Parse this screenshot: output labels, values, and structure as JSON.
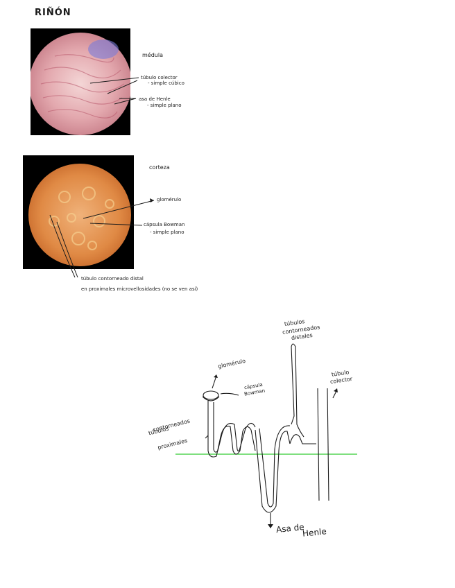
{
  "title": "RIÑÓN",
  "image1": {
    "label_region": "médula",
    "label_a1": "túbulo colector",
    "label_a2": "- simple cúbico",
    "label_b1": "asa de Henle",
    "label_b2": "- simple plano"
  },
  "image2": {
    "label_region": "corteza",
    "label_glom": "glomérulo",
    "label_caps1": "cápsula Bowman",
    "label_caps2": "- simple plano",
    "label_tub": "túbulo contorneado distal",
    "label_tub2": "en proximales microvellosidades (no se ven así)"
  },
  "diagram": {
    "distal1": "túbulos",
    "distal2": "contorneados",
    "distal3": "distales",
    "glomerulo": "glomérulo",
    "capsula1": "cápsula",
    "capsula2": "Bowman",
    "colector1": "túbulo",
    "colector2": "colector",
    "prox1": "túbulos",
    "prox2": "contorneados",
    "prox3": "proximales",
    "asa1": "Asa de",
    "asa2": "Henle"
  },
  "colors": {
    "divider_line": "#33cc33",
    "ink": "#1a1a1a"
  }
}
